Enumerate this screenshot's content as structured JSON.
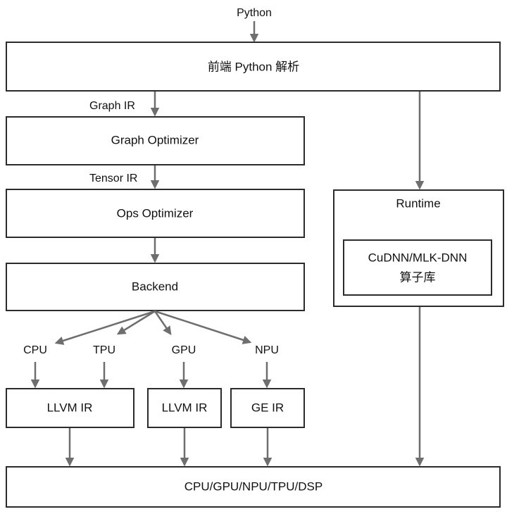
{
  "diagram": {
    "input_label": "Python",
    "frontend": "前端 Python 解析",
    "graph_ir": "Graph IR",
    "graph_optimizer": "Graph Optimizer",
    "tensor_ir": "Tensor IR",
    "ops_optimizer": "Ops Optimizer",
    "backend": "Backend",
    "runtime": "Runtime",
    "library_line1": "CuDNN/MLK-DNN",
    "library_line2": "算子库",
    "targets": {
      "cpu": "CPU",
      "tpu": "TPU",
      "gpu": "GPU",
      "npu": "NPU"
    },
    "ir_boxes": {
      "llvm_1": "LLVM IR",
      "llvm_2": "LLVM IR",
      "ge": "GE IR"
    },
    "hardware": "CPU/GPU/NPU/TPU/DSP"
  }
}
